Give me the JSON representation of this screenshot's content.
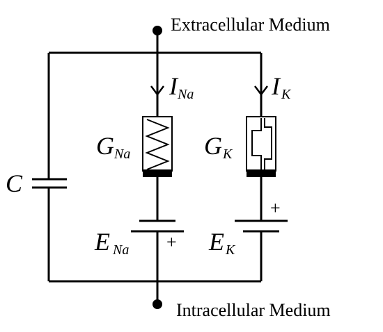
{
  "labels": {
    "extracellular": "Extracellular Medium",
    "intracellular": "Intracellular Medium",
    "capacitor": "C",
    "current_na_main": "I",
    "current_na_sub": "Na",
    "current_k_main": "I",
    "current_k_sub": "K",
    "conductance_na_main": "G",
    "conductance_na_sub": "Na",
    "conductance_k_main": "G",
    "conductance_k_sub": "K",
    "emf_na_main": "E",
    "emf_na_sub": "Na",
    "emf_k_main": "E",
    "emf_k_sub": "K",
    "plus_na": "+",
    "plus_k": "+"
  },
  "colors": {
    "stroke": "#000000",
    "background": "#ffffff"
  }
}
